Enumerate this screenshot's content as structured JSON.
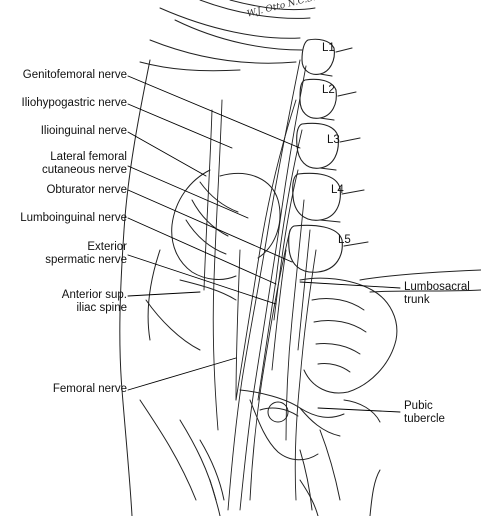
{
  "figure": {
    "signature": "W.J. Otto N.C.S.",
    "vertebrae": [
      "L1",
      "L2",
      "L3",
      "L4",
      "L5"
    ],
    "labels_left": {
      "genitofemoral": "Genitofemoral nerve",
      "iliohypogastric": "Iliohypogastric nerve",
      "ilioinguinal": "Ilioinguinal nerve",
      "lateral_femoral_1": "Lateral femoral",
      "lateral_femoral_2": "cutaneous nerve",
      "obturator": "Obturator nerve",
      "lumboinguinal": "Lumboinguinal nerve",
      "exterior_spermatic_1": "Exterior",
      "exterior_spermatic_2": "spermatic nerve",
      "anterior_spine_1": "Anterior sup.",
      "anterior_spine_2": "iliac spine",
      "femoral": "Femoral nerve"
    },
    "labels_right": {
      "lumbosacral_1": "Lumbosacral",
      "lumbosacral_2": "trunk",
      "pubic_1": "Pubic",
      "pubic_2": "tubercle"
    },
    "colors": {
      "ink": "#111111",
      "paper": "#ffffff"
    }
  }
}
